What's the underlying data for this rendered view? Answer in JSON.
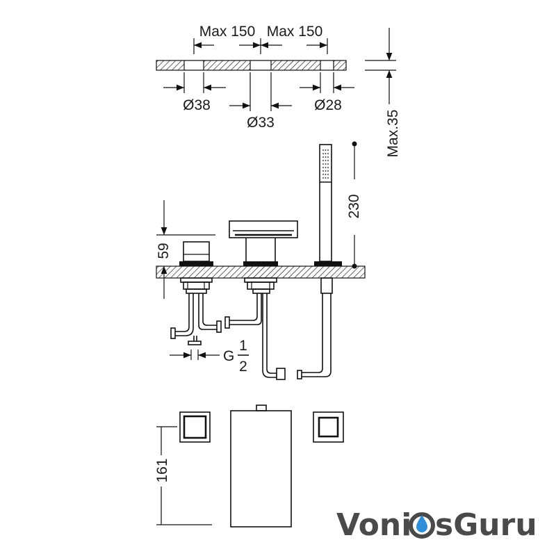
{
  "labels": {
    "max150_left": "Max 150",
    "max150_right": "Max 150",
    "d38": "Ø38",
    "d33": "Ø33",
    "d28": "Ø28",
    "max35": "Max.35",
    "h230": "230",
    "h59": "59",
    "g": "G",
    "frac_num": "1",
    "frac_den": "2",
    "h161": "161"
  },
  "logo": {
    "part1": "Voni",
    "part2": "sGuru",
    "color_dark": "#4a4a4a",
    "color_accent": "#2f8fd8"
  }
}
